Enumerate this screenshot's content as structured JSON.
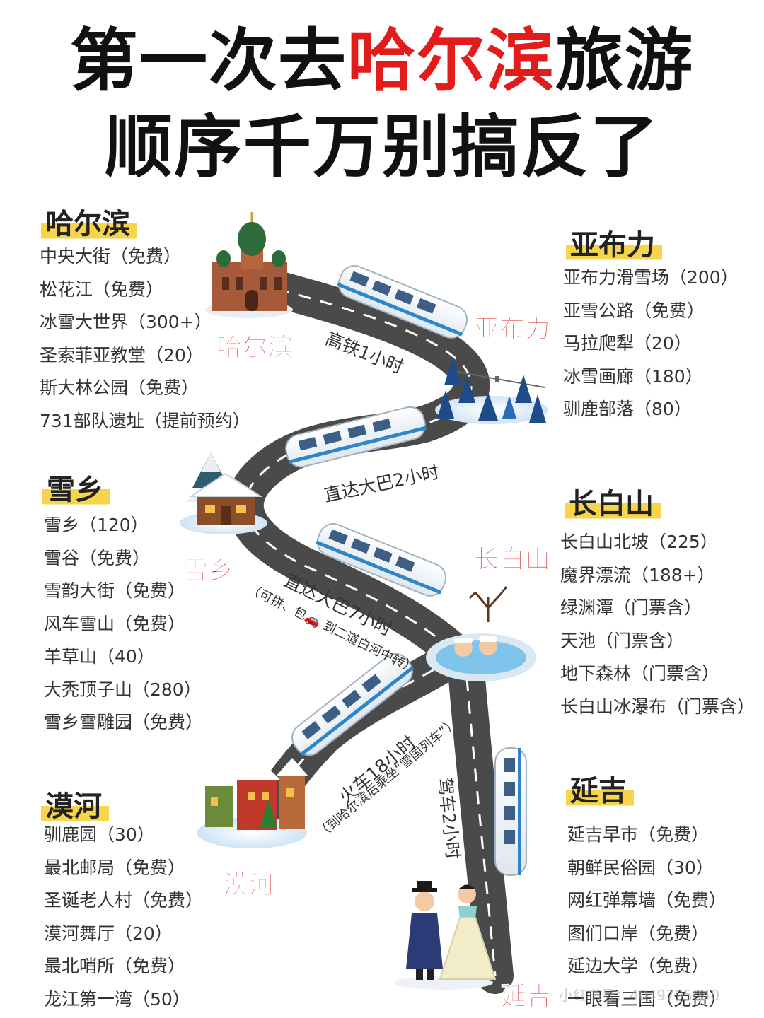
{
  "header": {
    "title_line1_prefix": "第一次去",
    "title_line1_highlight": "哈尔滨",
    "title_line1_suffix": "旅游",
    "title_line2": "顺序千万别搞反了"
  },
  "colors": {
    "highlight_red": "#e21b1b",
    "label_yellow": "#f7d54a",
    "road_gray": "#4a4a4a"
  },
  "sections": {
    "harbin": {
      "title": "哈尔滨",
      "items": [
        "中央大街（免费）",
        "松花江（免费）",
        "冰雪大世界（300+）",
        "圣索菲亚教堂（20）",
        "斯大林公园（免费）",
        "731部队遗址（提前预约）"
      ]
    },
    "yabuli": {
      "title": "亚布力",
      "items": [
        "亚布力滑雪场（200）",
        "亚雪公路（免费）",
        "马拉爬犁（20）",
        "冰雪画廊（180）",
        "驯鹿部落（80）"
      ]
    },
    "xuexiang": {
      "title": "雪乡",
      "items": [
        "雪乡（120）",
        "雪谷（免费）",
        "雪韵大街（免费）",
        "风车雪山（免费）",
        "羊草山（40）",
        "大秃顶子山（280）",
        "雪乡雪雕园（免费）"
      ]
    },
    "changbaishan": {
      "title": "长白山",
      "items": [
        "长白山北坡（225）",
        "魔界漂流（188+）",
        "绿渊潭（门票含）",
        "天池（门票含）",
        "地下森林（门票含）",
        "长白山冰瀑布（门票含）"
      ]
    },
    "mohe": {
      "title": "漠河",
      "items": [
        "驯鹿园（30）",
        "最北邮局（免费）",
        "圣诞老人村（免费）",
        "漠河舞厅（20）",
        "最北哨所（免费）",
        "龙江第一湾（50）"
      ]
    },
    "yanji": {
      "title": "延吉",
      "items": [
        "延吉早市（免费）",
        "朝鲜民俗园（30）",
        "网红弹幕墙（免费）",
        "图们口岸（免费）",
        "延边大学（免费）",
        "一眼看三国（免费）"
      ]
    }
  },
  "map": {
    "cities": {
      "harbin": "哈尔滨",
      "yabuli": "亚布力",
      "xuexiang": "雪乡",
      "changbaishan": "长白山",
      "mohe": "漠河",
      "yanji": "延吉"
    },
    "routes": {
      "r1": "高铁1小时",
      "r2": "直达大巴2小时",
      "r3_main": "直达大巴7小时",
      "r3_sub": "（可拼、包🚗 到二道白河中转）",
      "r4_main": "火车18小时",
      "r4_sub": "（到哈尔滨后乘坐“雪国列车”）",
      "r5": "驾车2小时"
    }
  },
  "watermark": "小红书号：4049795040"
}
